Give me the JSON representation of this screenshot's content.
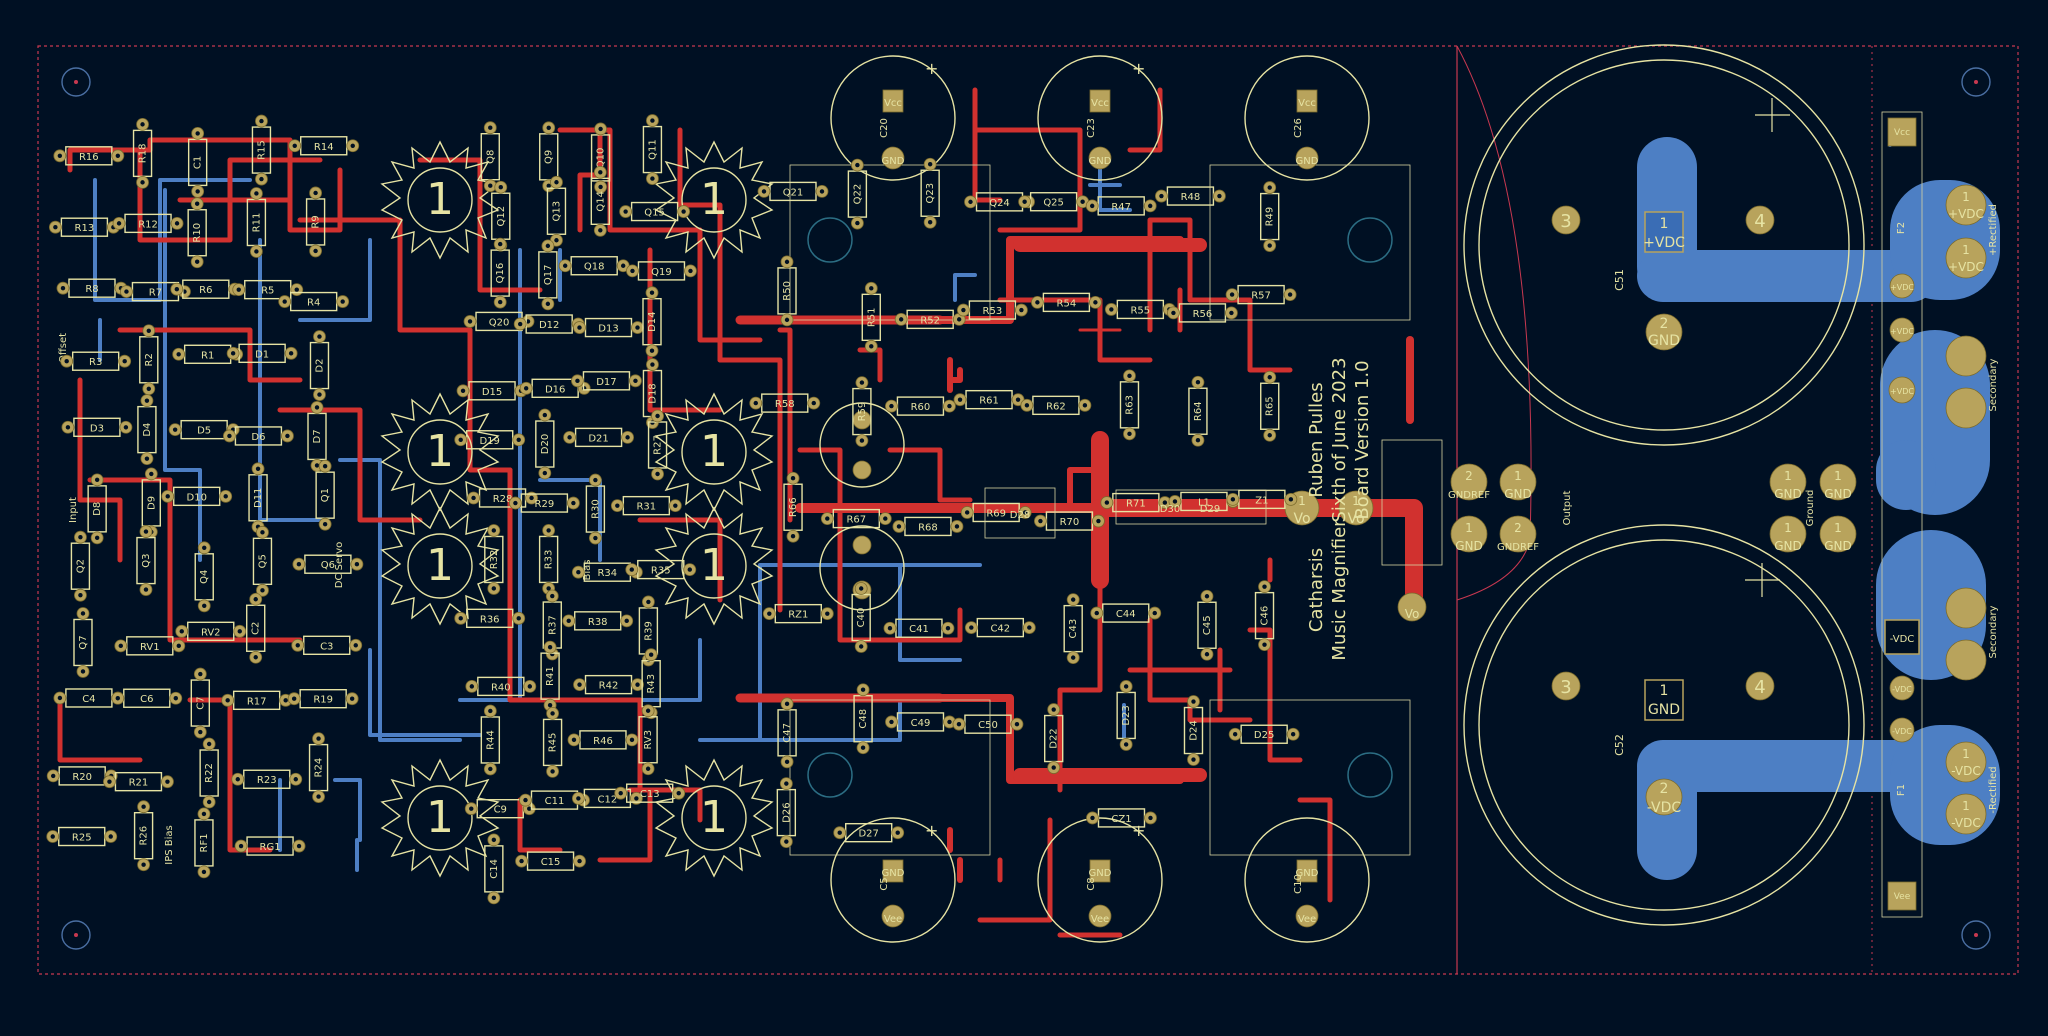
{
  "board": {
    "credits": [
      "Ruben Pulles",
      "Sixth of June 2023",
      "Board Version 1.0"
    ],
    "product": [
      "Catharsis",
      "Music Magnifier"
    ],
    "labels": {
      "offset": "Offset",
      "input": "Input",
      "dc_servo": "DC Servo",
      "ips_bias": "IPS Bias",
      "bias": "Bias",
      "output": "Output",
      "ground": "Ground",
      "rectified_pos": "+Rectified",
      "rectified_neg": "-Rectified",
      "secondary_top": "Secondary",
      "secondary_bottom": "Secondary"
    }
  },
  "heatsink_marks": [
    "1",
    "1",
    "1",
    "1",
    "1",
    "1",
    "1",
    "1"
  ],
  "big_caps": {
    "top_pins": [
      "3",
      "4"
    ],
    "bottom_pins": [
      "3",
      "4"
    ],
    "c51": {
      "ref": "C51",
      "pad1": "+VDC",
      "pad2": "GND"
    },
    "c52": {
      "ref": "C52",
      "pad1": "GND",
      "pad2": "-VDC"
    }
  },
  "supply_caps": [
    {
      "ref": "C20",
      "p1": "Vcc",
      "p2": "GND"
    },
    {
      "ref": "C23",
      "p1": "Vcc",
      "p2": "GND"
    },
    {
      "ref": "C26",
      "p1": "Vcc",
      "p2": "GND"
    },
    {
      "ref": "C5",
      "p1": "GND",
      "p2": "Vee"
    },
    {
      "ref": "C8",
      "p1": "GND",
      "p2": "Vee"
    },
    {
      "ref": "C10",
      "p1": "GND",
      "p2": "Vee"
    }
  ],
  "output_pads": {
    "vo": [
      "Vo",
      "Vo",
      "Vo"
    ],
    "gnd_block": [
      "GND",
      "GND",
      "GNDREF",
      "GNDREF"
    ],
    "ground_block": [
      "GND",
      "GND",
      "GND",
      "GND"
    ]
  },
  "right_pads": {
    "rect_pos": [
      "+VDC",
      "+VDC"
    ],
    "rect_neg": [
      "-VDC",
      "-VDC"
    ],
    "rails": [
      "Vcc",
      "+VDC",
      "+VDC",
      "+VDC",
      "-VDC",
      "-VDC",
      "-VDC",
      "Vee"
    ],
    "fuses": [
      "F2",
      "F1"
    ]
  },
  "refdes": {
    "left": [
      "R16",
      "R18",
      "C1",
      "R15",
      "R14",
      "R13",
      "R12",
      "R10",
      "R11",
      "R9",
      "R8",
      "R7",
      "R6",
      "R5",
      "R4",
      "R3",
      "R2",
      "R1",
      "D1",
      "D2",
      "D3",
      "D4",
      "D5",
      "D6",
      "D7",
      "D8",
      "D9",
      "D10",
      "D11",
      "Q1",
      "Q2",
      "Q3",
      "Q4",
      "Q5",
      "Q6",
      "Q7",
      "RV1",
      "RV2",
      "C2",
      "C3",
      "C4",
      "C6",
      "C7",
      "R17",
      "R19",
      "R20",
      "R21",
      "R22",
      "R23",
      "R24",
      "R25",
      "R26",
      "RF1",
      "RG1"
    ],
    "middle": [
      "Q8",
      "Q9",
      "Q10",
      "Q11",
      "Q12",
      "Q13",
      "Q14",
      "Q15",
      "Q16",
      "Q17",
      "Q18",
      "Q19",
      "Q20",
      "D12",
      "D13",
      "D14",
      "D15",
      "D16",
      "D17",
      "D18",
      "D19",
      "D20",
      "D21",
      "R27",
      "R28",
      "R29",
      "R30",
      "R31",
      "R32",
      "R33",
      "R34",
      "R35",
      "R36",
      "R37",
      "R38",
      "R39",
      "R40",
      "R41",
      "R42",
      "R43",
      "R44",
      "R45",
      "R46",
      "RV3",
      "C9",
      "C11",
      "C12",
      "C13",
      "C14",
      "C15"
    ],
    "right": [
      "Q21",
      "Q22",
      "Q23",
      "Q24",
      "Q25",
      "R47",
      "R48",
      "R49",
      "R50",
      "R51",
      "R52",
      "R53",
      "R54",
      "R55",
      "R56",
      "R57",
      "R58",
      "R59",
      "R60",
      "R61",
      "R62",
      "R63",
      "R64",
      "R65",
      "R66",
      "R67",
      "R68",
      "R69",
      "R70",
      "R71",
      "L1",
      "Z1",
      "RZ1",
      "C40",
      "C41",
      "C42",
      "C43",
      "C44",
      "C45",
      "C46",
      "C47",
      "C48",
      "C49",
      "C50",
      "D22",
      "D23",
      "D24",
      "D25",
      "D26",
      "D27",
      "D28",
      "D29",
      "D30",
      "CZ1"
    ]
  },
  "colors": {
    "background": "#001023",
    "front_copper": "#d1312f",
    "back_copper": "#4d7fc4",
    "silkscreen": "#e6e3a3",
    "pads": "#b8a35c",
    "edge_cuts": "#c83850"
  }
}
